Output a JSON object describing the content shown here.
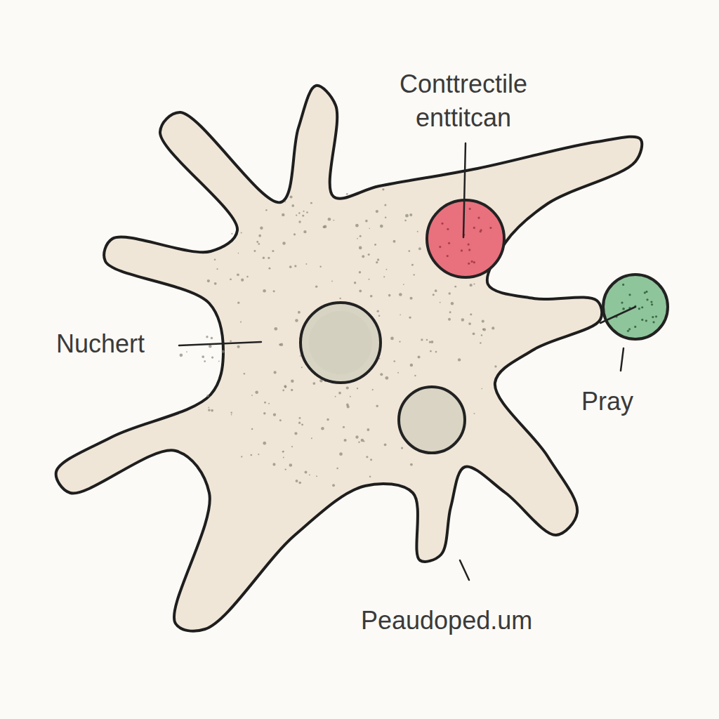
{
  "diagram": {
    "labels": [
      "Conttrectile enttitcan",
      "Nuchert",
      "Pray",
      "Peaudoped.um"
    ]
  }
}
